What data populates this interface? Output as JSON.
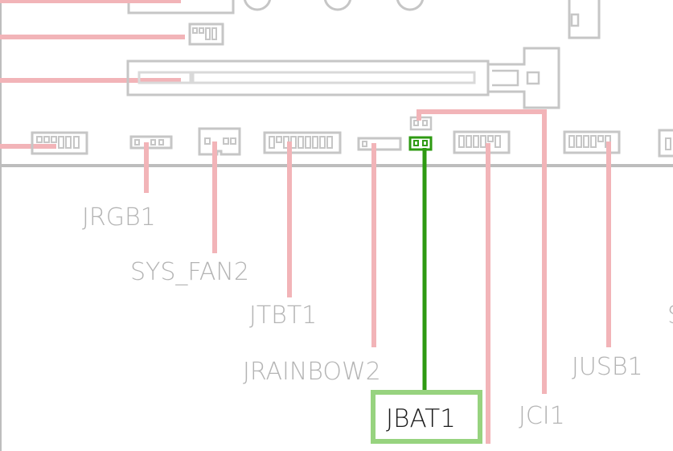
{
  "diagram": {
    "colors": {
      "board_outline": "#c6c6c6",
      "edge_line": "#bdbdbd",
      "leader_inactive": "#f2b4b8",
      "leader_active": "#2e9a12",
      "highlight_box": "#97d37f",
      "label_inactive": "#b4b4b4",
      "label_active": "#1a1a1a"
    },
    "headers": [
      {
        "id": "jrgb1",
        "label": "JRGB1",
        "active": false
      },
      {
        "id": "sys-fan2",
        "label": "SYS_FAN2",
        "active": false
      },
      {
        "id": "jtbt1",
        "label": "JTBT1",
        "active": false
      },
      {
        "id": "jrainbow2",
        "label": "JRAINBOW2",
        "active": false
      },
      {
        "id": "jbat1",
        "label": "JBAT1",
        "active": true
      },
      {
        "id": "jci1",
        "label": "JCI1",
        "active": false
      },
      {
        "id": "jusb1",
        "label": "JUSB1",
        "active": false
      },
      {
        "id": "partial-right",
        "label": "S",
        "active": false
      }
    ]
  }
}
